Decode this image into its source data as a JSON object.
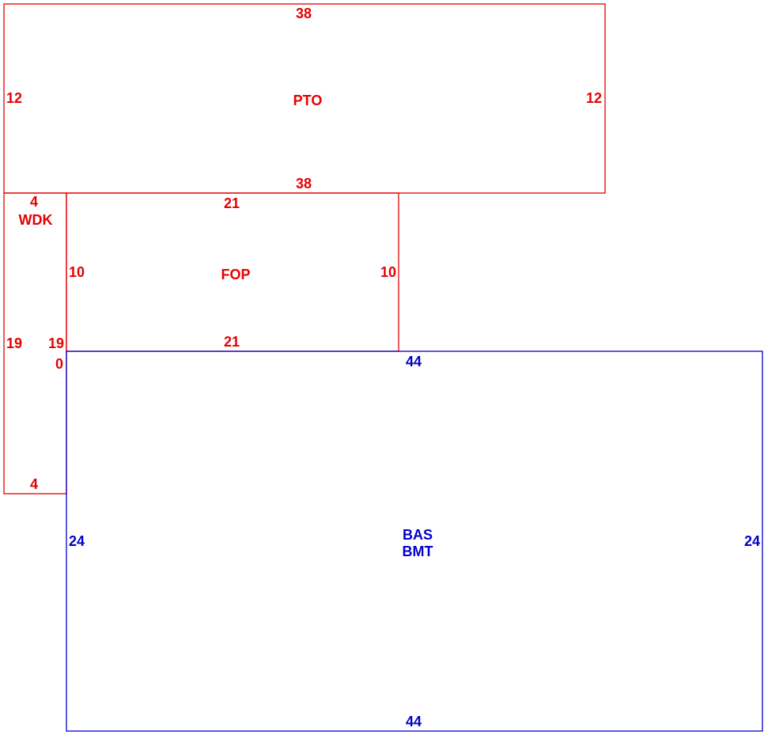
{
  "colors": {
    "upper_areas": "#e60000",
    "basement": "#0000cc"
  },
  "areas": {
    "pto": {
      "label": "PTO",
      "top": "38",
      "bottom": "38",
      "left": "12",
      "right": "12"
    },
    "wdk": {
      "label": "WDK",
      "top": "4",
      "bottom": "4",
      "left": "19",
      "right": "19",
      "corner": "0"
    },
    "fop": {
      "label": "FOP",
      "top": "21",
      "bottom": "21",
      "left": "10",
      "right": "10"
    },
    "bas": {
      "label": "BAS",
      "label2": "BMT",
      "top": "44",
      "bottom": "44",
      "left": "24",
      "right": "24"
    }
  }
}
